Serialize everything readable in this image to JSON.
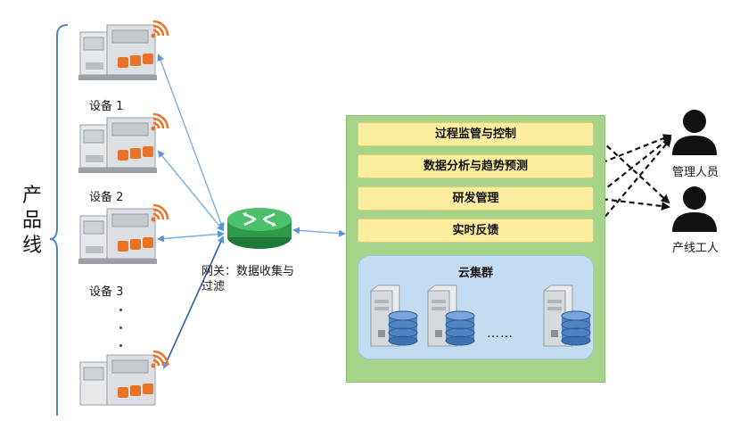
{
  "production_line": {
    "label": "产品线",
    "devices": [
      {
        "label": "设备 1"
      },
      {
        "label": "设备 2"
      },
      {
        "label": "设备 3"
      }
    ]
  },
  "gateway": {
    "label_line1": "网关：数据收集与",
    "label_line2": "过滤"
  },
  "platform": {
    "services": [
      {
        "label": "过程监管与控制"
      },
      {
        "label": "数据分析与趋势预测"
      },
      {
        "label": "研发管理"
      },
      {
        "label": "实时反馈"
      }
    ],
    "cloud": {
      "title": "云集群",
      "ellipsis": "……"
    }
  },
  "users": [
    {
      "label": "管理人员"
    },
    {
      "label": "产线工人"
    }
  ],
  "colors": {
    "platform_bg": "#a6d48b",
    "service_bg": "#fcee9e",
    "cloud_bg": "#c3dcf2",
    "device_link": "#7aaee0",
    "gateway_green": "#2e9a4c",
    "wifi_orange": "#e8742a",
    "user_link": "#111111"
  }
}
